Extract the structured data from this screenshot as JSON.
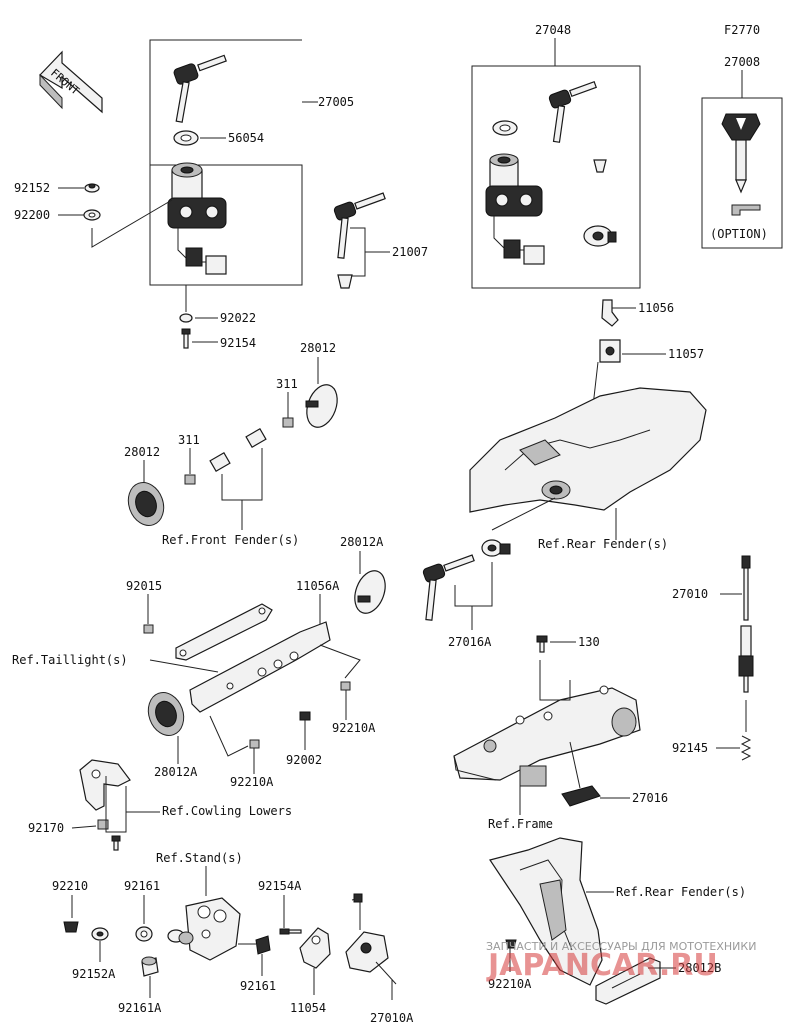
{
  "figure_code": "F2770",
  "front_label": "FRONT",
  "option_label": "(OPTION)",
  "part_numbers": {
    "p27005": "27005",
    "p56054": "56054",
    "p92152": "92152",
    "p92200": "92200",
    "p92022": "92022",
    "p92154": "92154",
    "p27048": "27048",
    "p21007": "21007",
    "p27008": "27008",
    "p11056": "11056",
    "p11057": "11057",
    "p28012_top": "28012",
    "p311_a": "311",
    "p311_b": "311",
    "p28012_left": "28012",
    "p28012A_top": "28012A",
    "p11056A": "11056A",
    "p92015": "92015",
    "p92210A_a": "92210A",
    "p92002": "92002",
    "p28012A_bottom": "28012A",
    "p92210A_b": "92210A",
    "p27016A": "27016A",
    "p130": "130",
    "p27010": "27010",
    "p92145": "92145",
    "p27016": "27016",
    "p92170": "92170",
    "p92210": "92210",
    "p92161_a": "92161",
    "p92154A": "92154A",
    "p92152A": "92152A",
    "p92161A": "92161A",
    "p92161_b": "92161",
    "p11054": "11054",
    "p27010A": "27010A",
    "p28012B": "28012B",
    "p92210A_c": "92210A"
  },
  "references": {
    "front_fender": "Ref.Front Fender(s)",
    "rear_fender_a": "Ref.Rear Fender(s)",
    "taillight": "Ref.Taillight(s)",
    "frame": "Ref.Frame",
    "cowling_lowers": "Ref.Cowling Lowers",
    "stand": "Ref.Stand(s)",
    "rear_fender_b": "Ref.Rear Fender(s)"
  },
  "watermark": {
    "line1": "ЗАПЧАСТИ И АКСЕССУАРЫ ДЛЯ МОТОТЕХНИКИ",
    "line2": "JAPANCAR.RU"
  }
}
